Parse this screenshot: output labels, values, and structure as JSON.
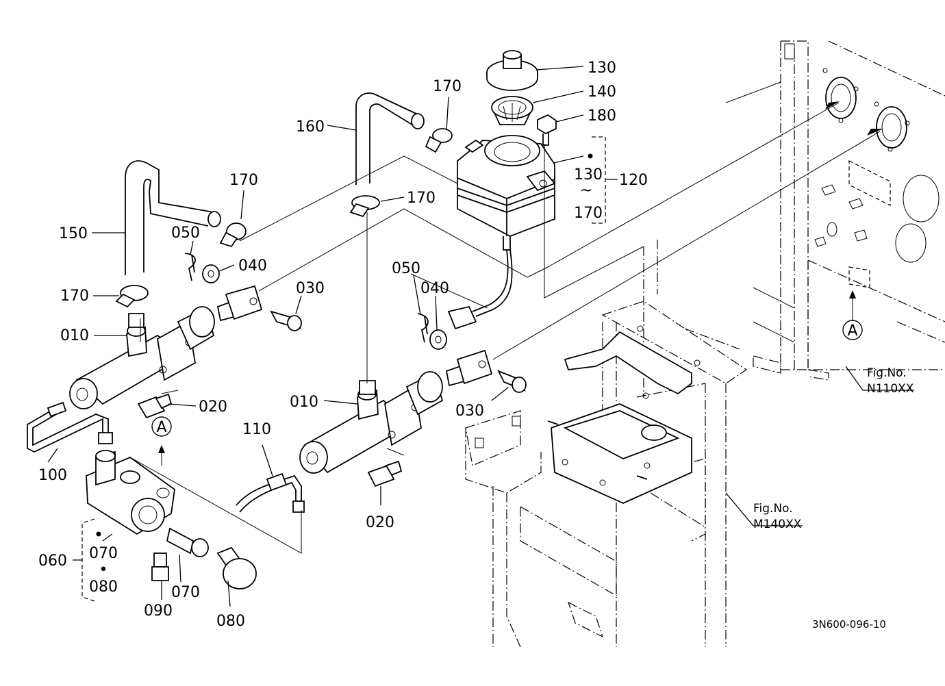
{
  "callouts": {
    "p130": "130",
    "p140": "140",
    "p180": "180",
    "p170a": "170",
    "p160": "160",
    "p170b": "170",
    "p170c": "170",
    "p150": "150",
    "p050a": "050",
    "p040a": "040",
    "p030a": "030",
    "p170d": "170",
    "p010a": "010",
    "p020a": "020",
    "p100": "100",
    "p050b": "050",
    "p040b": "040",
    "p010b": "010",
    "p030b": "030",
    "p110": "110",
    "p020b": "020",
    "p060": "060",
    "p070a": "070",
    "p080a": "080",
    "p090": "090",
    "p070b": "070",
    "p080b": "080",
    "range_top": "130",
    "range_tilde": "~",
    "range_bottom": "170",
    "p120": "120",
    "dot_sep": "•"
  },
  "refs": {
    "circle_a1": "A",
    "circle_a2": "A",
    "fig1_line1": "Fig.No.",
    "fig1_line2": "N110XX",
    "fig2_line1": "Fig.No.",
    "fig2_line2": "M140XX"
  },
  "drawing_code": "3N600-096-10"
}
